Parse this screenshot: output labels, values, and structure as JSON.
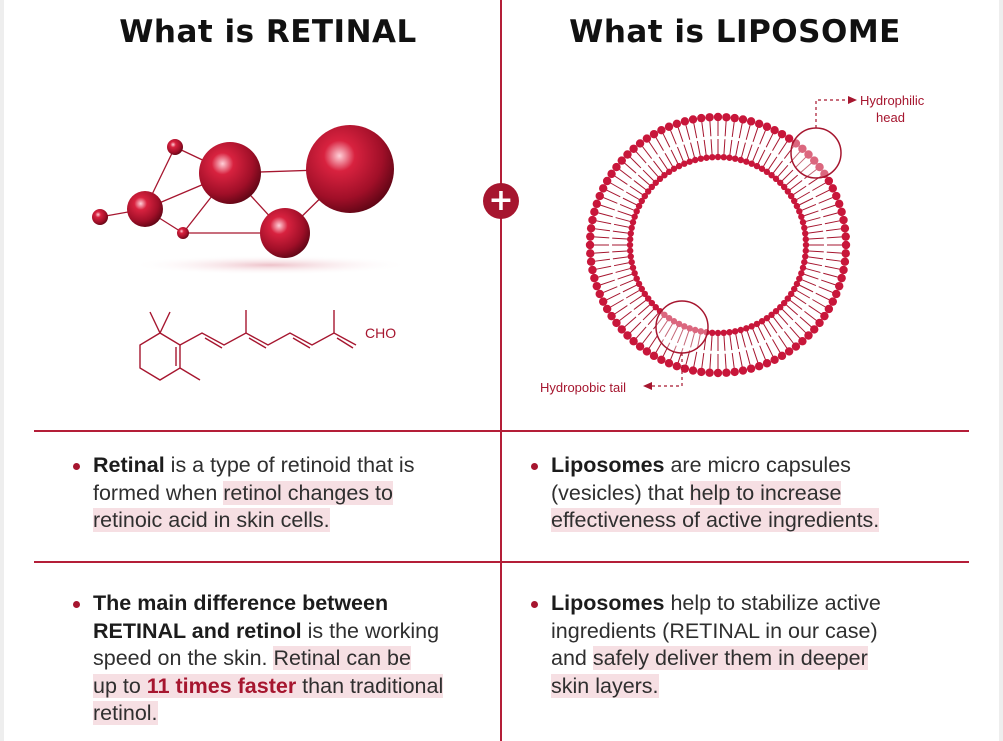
{
  "left": {
    "title": "What is RETINAL",
    "formula_group": "CHO",
    "p1": {
      "bold": "Retinal",
      "line1_rest": " is a type of retinoid that is",
      "line2_plain": "formed when ",
      "line2_hl": "retinol changes to",
      "line3_hl": "retinoic acid in skin cells."
    },
    "p2": {
      "line1_bold": "The main difference between",
      "line2_bold": "RETINAL and retinol",
      "line2_rest": " is the working",
      "line3_plain": "speed  on the skin. ",
      "line3_hl": "Retinal can be",
      "line4_hl_a": "up to ",
      "line4_hl_red": "11 times faster",
      "line4_hl_b": " than traditional",
      "line5_hl": "retinol."
    }
  },
  "right": {
    "title": "What is LIPOSOME",
    "label_head_1": "Hydrophilic",
    "label_head_2": "head",
    "label_tail": "Hydropobic tail",
    "p1": {
      "bold": "Liposomes",
      "line1_rest": " are micro capsules",
      "line2_plain": "(vesicles) that ",
      "line2_hl": "help to increase",
      "line3_hl": "effectiveness of active ingredients."
    },
    "p2": {
      "bold": "Liposomes",
      "line1_rest": " help to stabilize active",
      "line2_plain": "ingredients (RETINAL in our case)",
      "line3_plain": "and ",
      "line3_hl": "safely deliver them in deeper",
      "line4_hl": "skin layers."
    }
  },
  "colors": {
    "accent": "#a6162f",
    "highlight": "#f6dfe3"
  },
  "icons": {
    "center": "plus-circle-icon"
  }
}
